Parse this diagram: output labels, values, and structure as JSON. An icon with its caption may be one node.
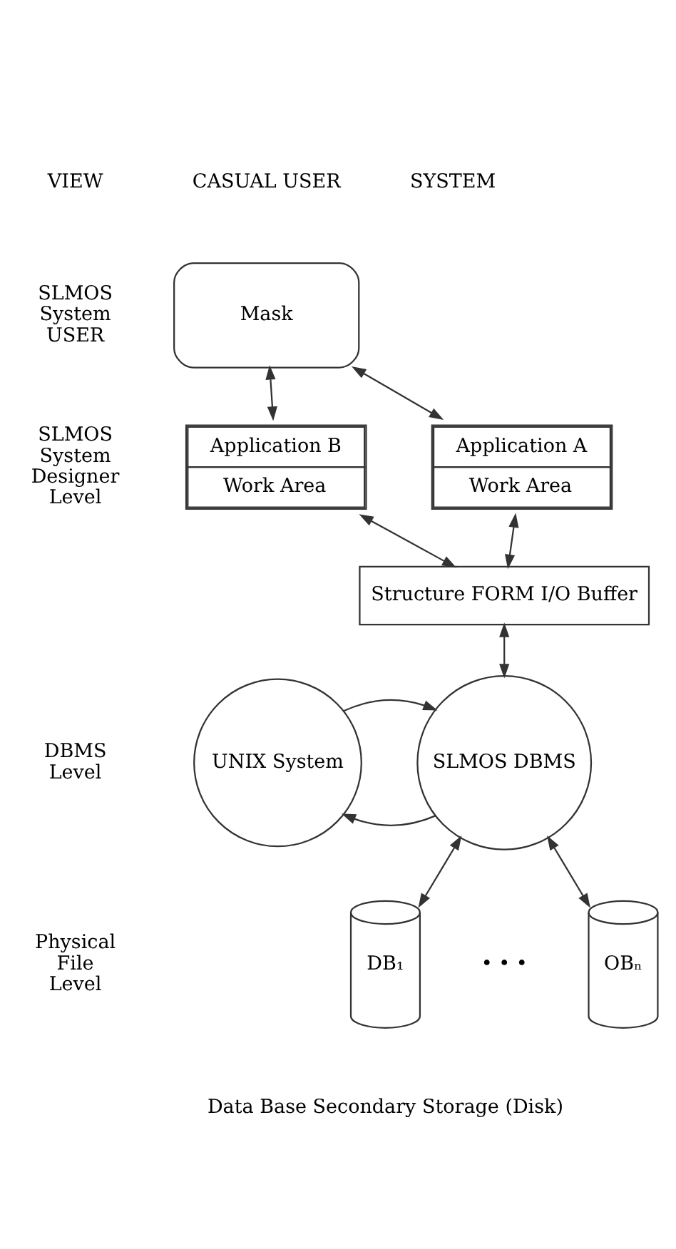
{
  "diagram": {
    "nodes": [
      {
        "text": [
          "Mask"
        ]
      },
      {
        "text": [
          "Application A",
          "Work Area"
        ]
      },
      {
        "text": [
          "Application B",
          "Work Area"
        ]
      },
      {
        "text": [
          "Structure FORM I/O Buffer"
        ]
      },
      {
        "text": [
          "SLMOS DBMS"
        ]
      },
      {
        "text": [
          "UNIX System"
        ]
      },
      {
        "text": [
          "DB₁"
        ]
      },
      {
        "text": [
          "OBₙ"
        ]
      }
    ],
    "edges": [
      {
        "from": 0,
        "to": 1,
        "arrow": "both"
      },
      {
        "from": 0,
        "to": 2,
        "arrow": "both"
      },
      {
        "from": 1,
        "to": 3,
        "arrow": "both"
      },
      {
        "from": 2,
        "to": 3,
        "arrow": "both"
      },
      {
        "from": 3,
        "to": 4,
        "arrow": "both"
      },
      {
        "from": 4,
        "to": 5,
        "arrow": "to"
      },
      {
        "from": 5,
        "to": 4,
        "arrow": "to"
      },
      {
        "from": 4,
        "to": 6,
        "arrow": "both"
      },
      {
        "from": 4,
        "to": 7,
        "arrow": "both"
      }
    ],
    "labels": [
      "VIEW",
      "SYSTEM",
      "CASUAL USER",
      "SLMOS System USER",
      "SLMOS System Designer Level",
      "DBMS Level",
      "Physical File Level",
      "• • •",
      "Data Base Secondary Storage (Disk)"
    ]
  }
}
